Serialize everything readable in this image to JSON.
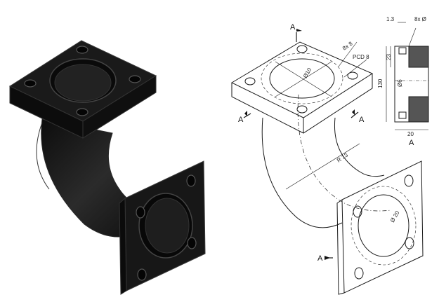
{
  "colors": {
    "solid_fill": "#151515",
    "solid_edge": "#3a3a3a",
    "line": "#1a1a1a",
    "section_hatch": "#444444",
    "paper": "#ffffff"
  },
  "left_view": {
    "kind": "solid-render"
  },
  "drawing": {
    "section_markers": [
      "A",
      "A",
      "A",
      "A"
    ],
    "section_view_label": "A",
    "dimensions": {
      "top_hole_count": "8x 8",
      "pcd": "PCD 8",
      "top_bore": "Ø10",
      "bend_radius": "R 13",
      "bottom_bore": "Ø 20",
      "section_offset": "1.3",
      "section_holes": "8x Ø",
      "section_step": "23",
      "section_height": "130",
      "section_bore": "Ø6",
      "section_width": "20"
    }
  }
}
